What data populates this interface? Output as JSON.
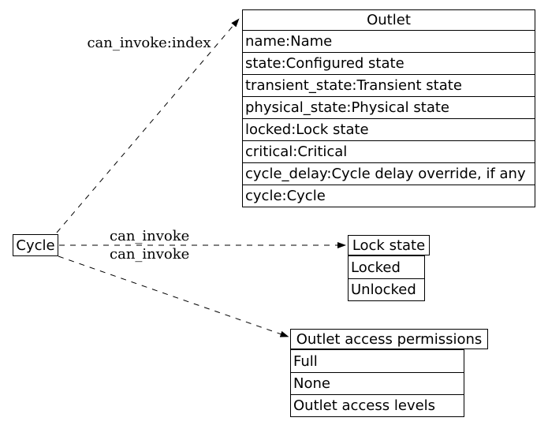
{
  "colors": {
    "background": "#ffffff",
    "line": "#000000",
    "text": "#000000"
  },
  "nodes": {
    "cycle": {
      "label": "Cycle"
    },
    "outlet": {
      "title": "Outlet",
      "rows": [
        "name:Name",
        "state:Configured state",
        "transient_state:Transient state",
        "physical_state:Physical state",
        "locked:Lock state",
        "critical:Critical",
        "cycle_delay:Cycle delay override, if any",
        "cycle:Cycle"
      ]
    },
    "lock_state": {
      "title": "Lock state",
      "rows": [
        "Locked",
        "Unlocked"
      ]
    },
    "outlet_access_permissions": {
      "title": "Outlet access permissions",
      "rows": [
        "Full",
        "None",
        "Outlet access levels"
      ]
    }
  },
  "edges": [
    {
      "from": "Cycle",
      "to": "Outlet",
      "label": "can_invoke:index",
      "style": "dashed-arrow"
    },
    {
      "from": "Cycle",
      "to": "Lock state",
      "label": "can_invoke",
      "style": "dashed-arrow"
    },
    {
      "from": "Cycle",
      "to": "Outlet access permissions",
      "label": "can_invoke",
      "style": "dashed-arrow"
    }
  ]
}
